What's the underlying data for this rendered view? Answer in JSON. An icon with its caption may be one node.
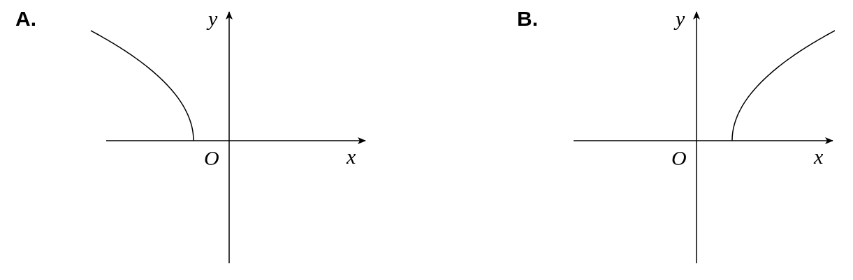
{
  "diagram": {
    "labels": [
      "A.",
      "y",
      "O",
      "x",
      "B.",
      "y",
      "O",
      "x"
    ]
  }
}
